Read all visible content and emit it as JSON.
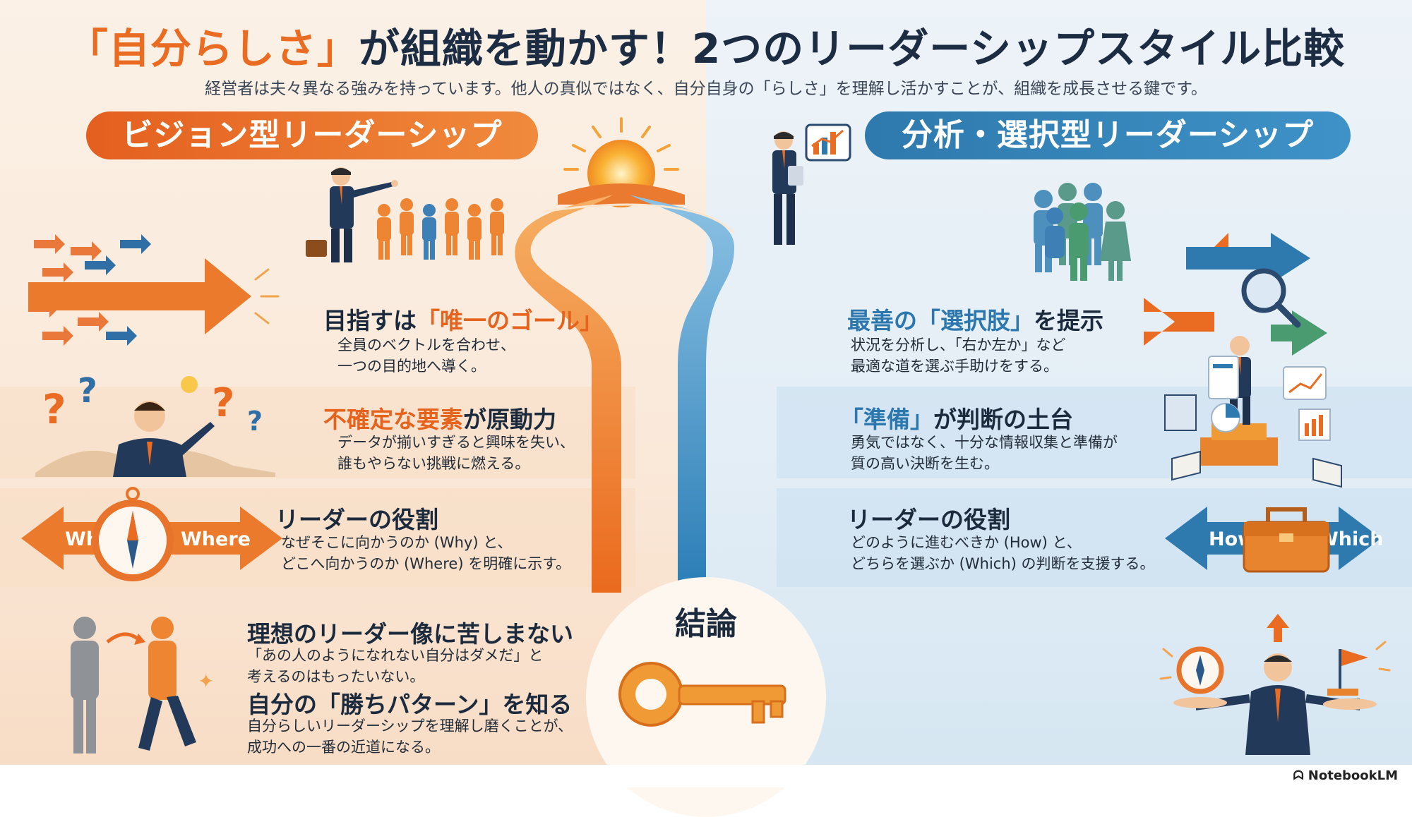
{
  "title": {
    "part1": "「自分らしさ」",
    "part2": "が組織を動かす！2つのリーダーシップスタイル比較"
  },
  "subtitle": "経営者は夫々異なる強みを持っています。他人の真似ではなく、自分自身の「らしさ」を理解し活かすことが、組織を成長させる鍵です。",
  "left": {
    "pill": "ビジョン型リーダーシップ",
    "s1": {
      "h_pre": "目指すは",
      "h_em": "「唯一のゴール」",
      "h_post": "",
      "lines": [
        "全員のベクトルを合わせ、",
        "一つの目的地へ導く。"
      ]
    },
    "s2": {
      "h_pre": "",
      "h_em": "不確定な要素",
      "h_post": "が原動力",
      "lines": [
        "データが揃いすぎると興味を失い、",
        "誰もやらない挑戦に燃える。"
      ]
    },
    "s3": {
      "h": "リーダーの役割",
      "lines": [
        "なぜそこに向かうのか (Why) と、",
        "どこへ向かうのか (Where) を明確に示す。"
      ],
      "arrow_left": "Why",
      "arrow_right": "Where"
    },
    "s4": {
      "h1": "理想のリーダー像に苦しまない",
      "lines1": [
        "「あの人のようになれない自分はダメだ」と",
        "考えるのはもったいない。"
      ],
      "h2": "自分の「勝ちパターン」を知る",
      "lines2": [
        "自分らしいリーダーシップを理解し磨くことが、",
        "成功への一番の近道になる。"
      ]
    }
  },
  "right": {
    "pill": "分析・選択型リーダーシップ",
    "s1": {
      "h_pre": "最善の",
      "h_em": "「選択肢」",
      "h_post": "を提示",
      "lines": [
        "状況を分析し、「右か左か」など",
        "最適な道を選ぶ手助けをする。"
      ]
    },
    "s2": {
      "h_pre": "",
      "h_em": "「準備」",
      "h_post": "が判断の土台",
      "lines": [
        "勇気ではなく、十分な情報収集と準備が",
        "質の高い決断を生む。"
      ]
    },
    "s3": {
      "h": "リーダーの役割",
      "lines": [
        "どのように進むべきか (How) と、",
        "どちらを選ぶか (Which) の判断を支援する。"
      ],
      "arrow_left": "How",
      "arrow_right": "Which"
    }
  },
  "conclusion": "結論",
  "footer": {
    "brand": "NotebookLM"
  },
  "colors": {
    "orange": "#e96c22",
    "blue": "#2e79ad",
    "navy": "#1c2c43"
  }
}
